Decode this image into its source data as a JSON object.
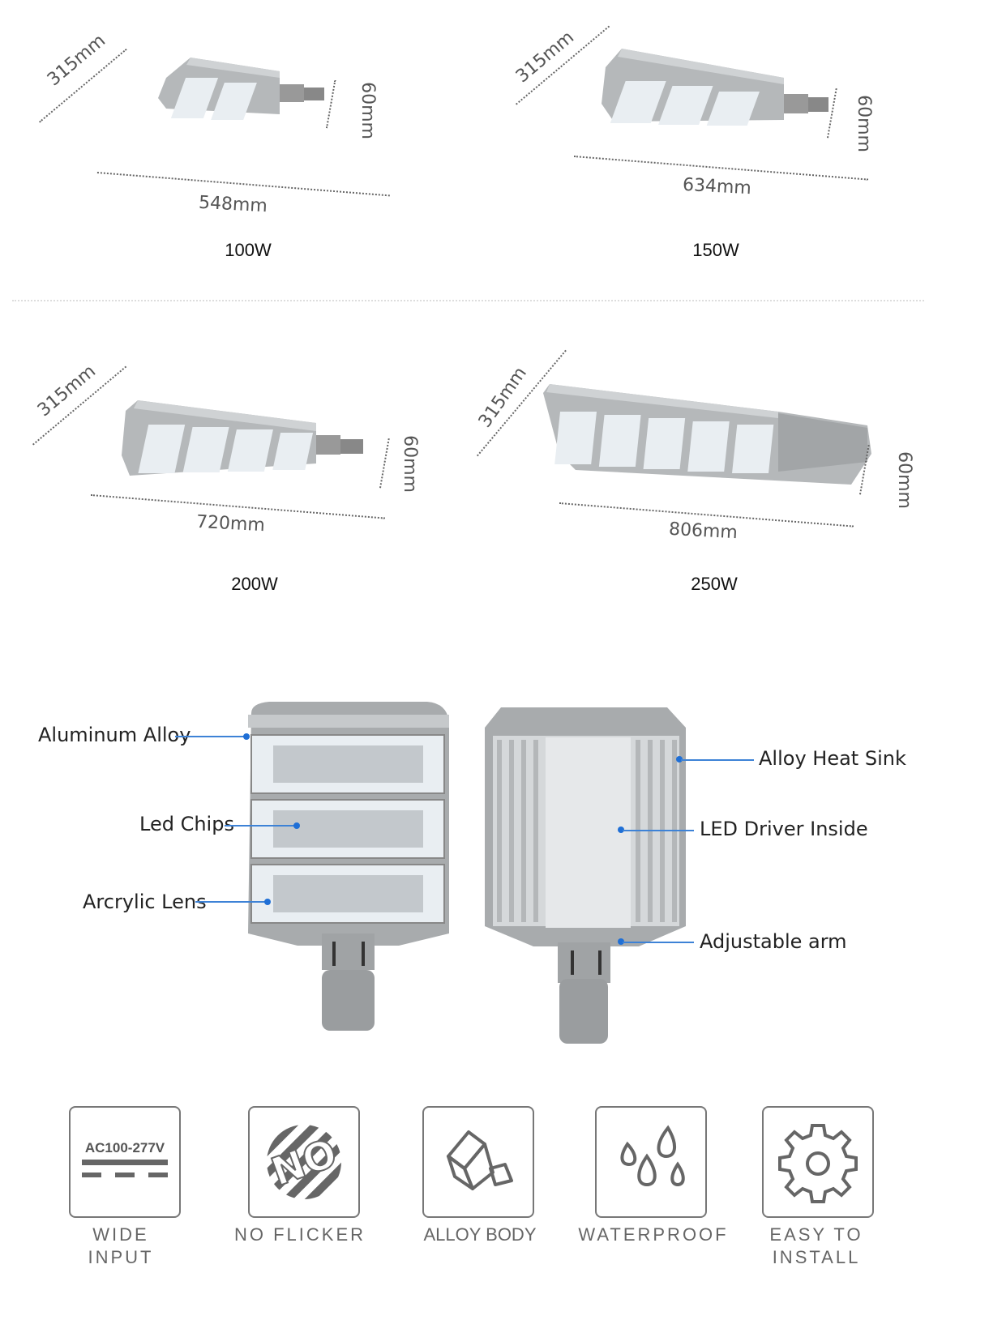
{
  "products": [
    {
      "watt": "100W",
      "width": "548mm",
      "depth": "315mm",
      "height": "60mm"
    },
    {
      "watt": "150W",
      "width": "634mm",
      "depth": "315mm",
      "height": "60mm"
    },
    {
      "watt": "200W",
      "width": "720mm",
      "depth": "315mm",
      "height": "60mm"
    },
    {
      "watt": "250W",
      "width": "806mm",
      "depth": "315mm",
      "height": "60mm"
    }
  ],
  "callouts": {
    "aluminum_alloy": "Aluminum Alloy",
    "led_chips": "Led Chips",
    "acrylic_lens": "Arcrylic Lens",
    "alloy_heat_sink": "Alloy Heat Sink",
    "led_driver_inside": "LED Driver Inside",
    "adjustable_arm": "Adjustable arm"
  },
  "features": [
    {
      "icon": "voltage-icon",
      "icon_text": "AC100-277V",
      "label_line1": "WIDE",
      "label_line2": "INPUT"
    },
    {
      "icon": "no-flicker-icon",
      "icon_text": "NO",
      "label_line1": "NO FLICKER",
      "label_line2": ""
    },
    {
      "icon": "alloy-ingot-icon",
      "label_line1": "ALLOY BODY",
      "label_line2": ""
    },
    {
      "icon": "water-drops-icon",
      "label_line1": "WATERPROOF",
      "label_line2": ""
    },
    {
      "icon": "gear-icon",
      "label_line1": "EASY TO",
      "label_line2": "INSTALL"
    }
  ],
  "colors": {
    "accent": "#1f6fd6",
    "lamp_body": "#a8abad",
    "panel": "#e9eef2"
  }
}
